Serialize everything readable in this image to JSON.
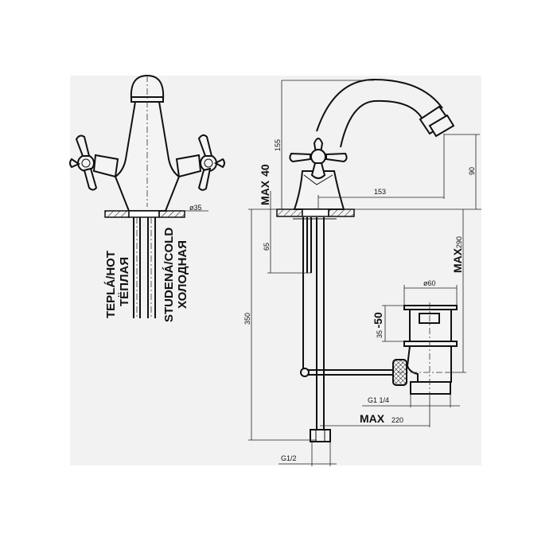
{
  "front_view": {
    "labels": {
      "hot": "TEPLÁ/HOT",
      "hot_ru": "ТЁПЛАЯ",
      "cold": "STUDENÁ/COLD",
      "cold_ru": "ХОЛОДНАЯ",
      "hole_diameter": "ø35"
    }
  },
  "side_view": {
    "dimensions": {
      "height": "155",
      "reach": "153",
      "outlet_height": "90",
      "deck_max_label": "MAX",
      "deck_max": "40",
      "hose_length": "65",
      "total_length": "350",
      "waste_max_label": "MAX",
      "waste_max": "290",
      "waste_diameter": "ø60",
      "waste_range": "35 ",
      "waste_range_bold": "-50",
      "waste_thread": "G1  1/4",
      "rod_max_label": "MAX",
      "rod_max": "220",
      "supply_thread": "G1/2"
    }
  },
  "colors": {
    "background": "#f2f2f2",
    "line": "#111111"
  }
}
